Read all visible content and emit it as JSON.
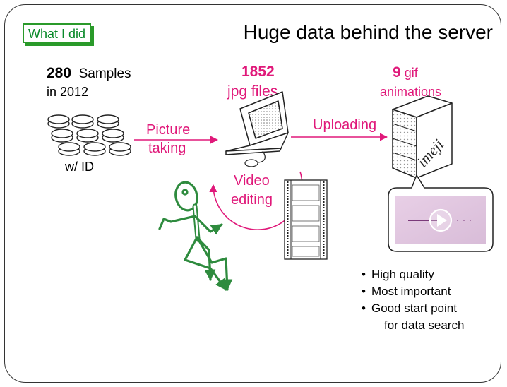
{
  "slide": {
    "tag": "What I did",
    "title": "Huge data behind the server"
  },
  "samples": {
    "count": "280",
    "label": "Samples",
    "year": "in 2012",
    "id_label": "w/ ID"
  },
  "jpg": {
    "count": "1852",
    "label": "jpg files"
  },
  "gif": {
    "count": "9",
    "label_1": "gif",
    "label_2": "animations"
  },
  "steps": {
    "picture_1": "Picture",
    "picture_2": "taking",
    "upload": "Uploading",
    "video_1": "Video",
    "video_2": "editing"
  },
  "server_logo": "imeji",
  "bullets": [
    "High quality",
    "Most important",
    "Good start point",
    "for data search"
  ],
  "colors": {
    "accent": "#e0197a",
    "tag_green": "#0a8a2a",
    "figure_green": "#2e8b3e"
  }
}
